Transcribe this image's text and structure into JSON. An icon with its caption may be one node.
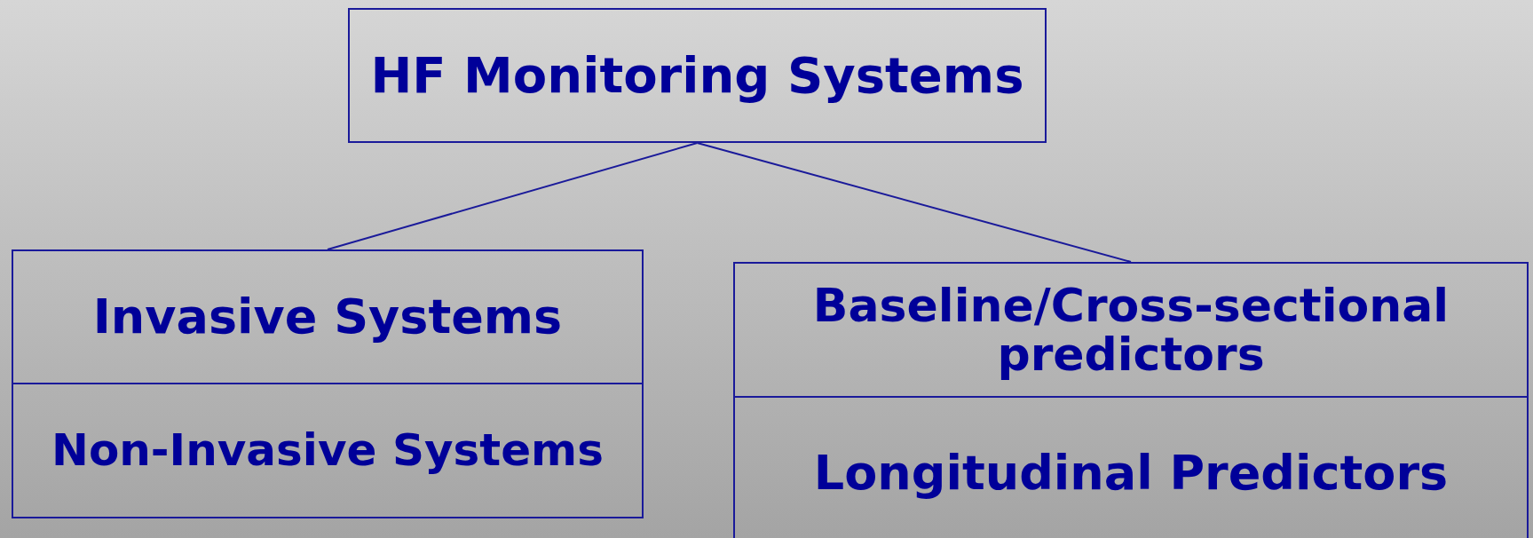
{
  "diagram": {
    "nodes": [
      {
        "text": [
          "HF Monitoring Systems"
        ]
      },
      {
        "text": [
          "Invasive Systems"
        ]
      },
      {
        "text": [
          "Non-Invasive Systems"
        ]
      },
      {
        "text": [
          "Baseline/Cross-sectional predictors"
        ]
      },
      {
        "text": [
          "Longitudinal Predictors"
        ]
      }
    ],
    "edges": [
      {
        "from": 0,
        "to": 1,
        "arrow": "none"
      },
      {
        "from": 0,
        "to": 3,
        "arrow": "none"
      }
    ]
  }
}
